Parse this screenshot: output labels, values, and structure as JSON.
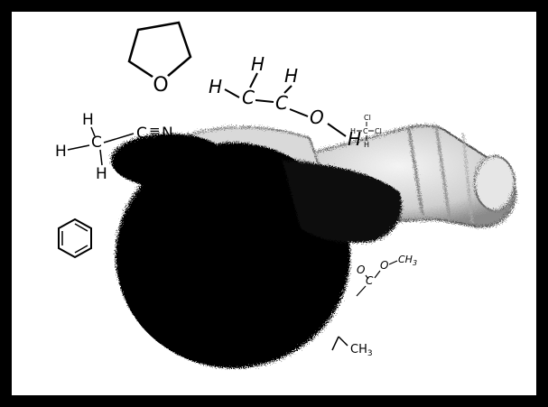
{
  "molecules": {
    "thf": {
      "atom": "O"
    },
    "acetonitrile": {
      "h1": "H",
      "h2": "H",
      "h3": "H",
      "c": "C",
      "n": "N",
      "bond": "≡"
    },
    "ethanol": {
      "h": "H",
      "c": "C",
      "o": "O"
    },
    "dichloromethane": {
      "cl": "Cl",
      "h": "H",
      "c": "C"
    },
    "ester": {
      "o": "O",
      "c": "C",
      "ch3": "CH",
      "sub": "3"
    },
    "methyl": {
      "ch3": "CH",
      "sub": "3"
    }
  },
  "colors": {
    "background": "#ffffff",
    "border": "#000000",
    "ink": "#000000",
    "glass": "#d9d9d9"
  }
}
